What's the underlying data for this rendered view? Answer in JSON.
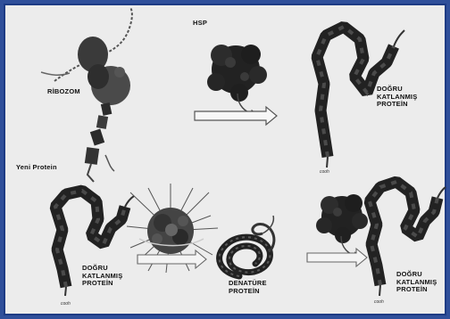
{
  "diagram": {
    "labels": {
      "ribozom": "RİBOZOM",
      "hsp": "HSP",
      "yeni_protein": "Yeni Protein",
      "dogru_top_right": "DOĞRU\nKATLANMIŞ\nPROTEİN",
      "dogru_bottom_left": "DOĞRU\nKATLANMIŞ\nPROTEİN",
      "denature": "DENATÜRE\nPROTEİN",
      "dogru_bottom_right": "DOĞRU\nKATLANMIŞ\nPROTEİN"
    },
    "terminal_tag": "cooh"
  }
}
